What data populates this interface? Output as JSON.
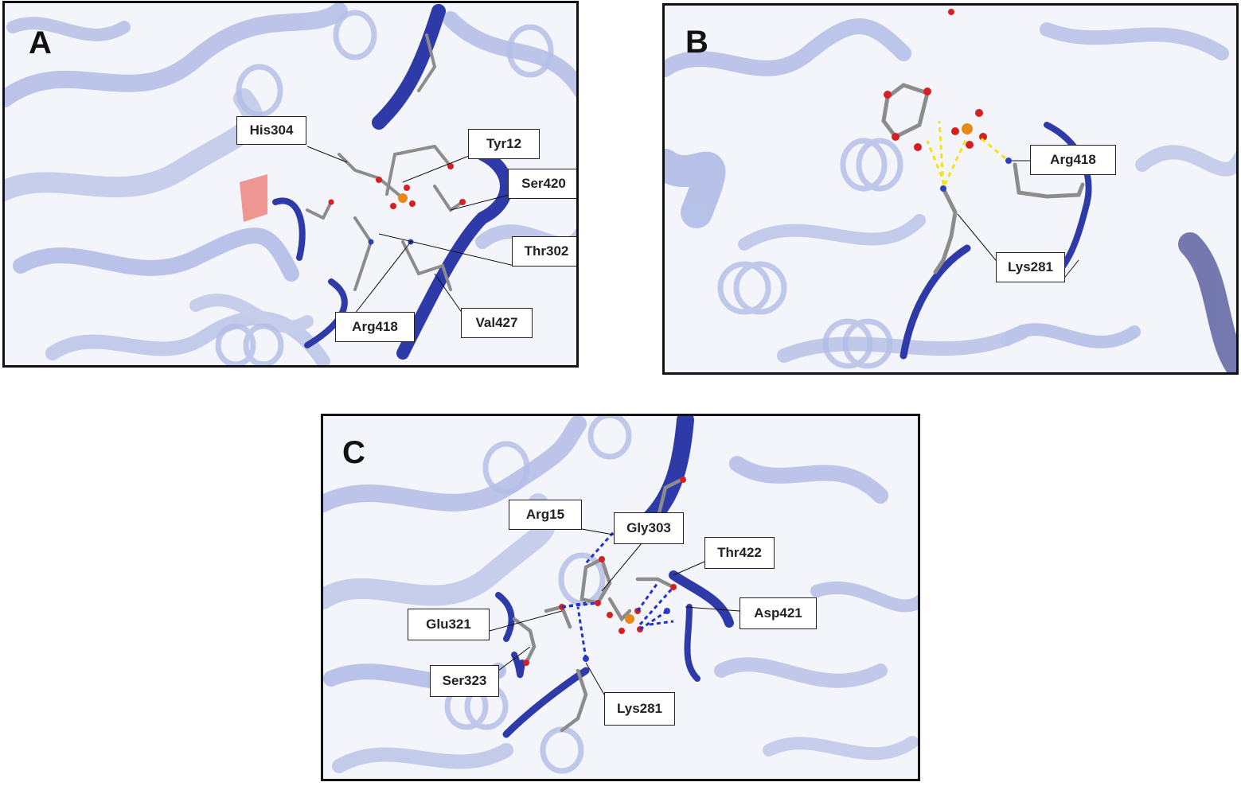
{
  "colors": {
    "ribbon_light": "#aab6e4",
    "ribbon_dark": "#2e3aa8",
    "ribbon_pink": "#f08c86",
    "carbon": "#8c8c8c",
    "oxygen": "#d42020",
    "nitrogen": "#2d3fbf",
    "phosphorus": "#e58a1a",
    "hbond_yellow": "#f2e31b",
    "hbond_blue": "#2233cc",
    "border": "#111111"
  },
  "panels": {
    "a": {
      "letter": "A",
      "labels": {
        "his304": "His304",
        "tyr12": "Tyr12",
        "ser420": "Ser420",
        "thr302": "Thr302",
        "arg418": "Arg418",
        "val427": "Val427"
      }
    },
    "b": {
      "letter": "B",
      "labels": {
        "arg418": "Arg418",
        "lys281": "Lys281"
      }
    },
    "c": {
      "letter": "C",
      "labels": {
        "arg15": "Arg15",
        "gly303": "Gly303",
        "thr422": "Thr422",
        "asp421": "Asp421",
        "glu321": "Glu321",
        "ser323": "Ser323",
        "lys281": "Lys281"
      }
    }
  }
}
